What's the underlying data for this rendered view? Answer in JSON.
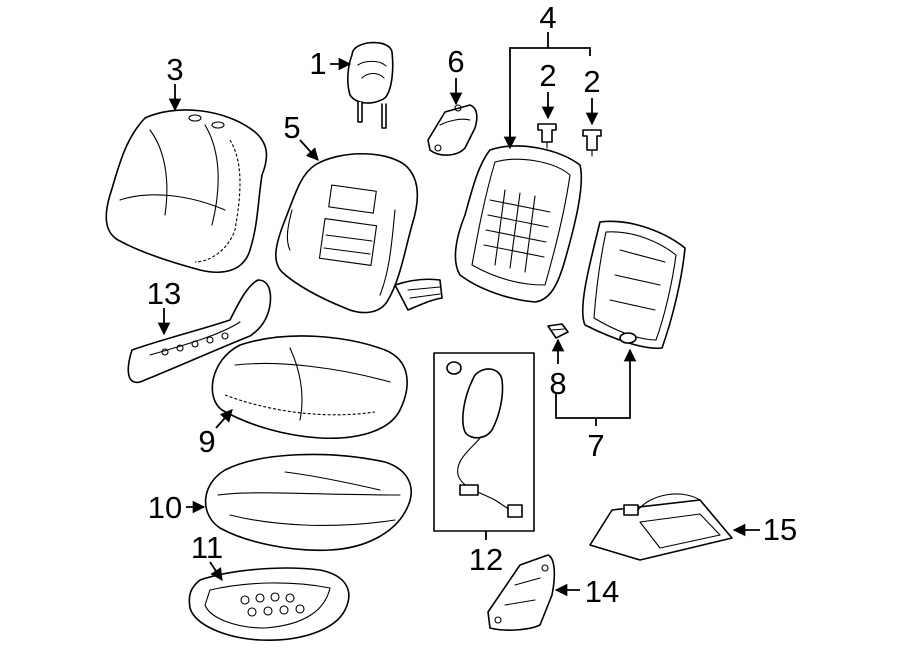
{
  "callouts": [
    {
      "id": "1",
      "text": "1"
    },
    {
      "id": "2a",
      "text": "2"
    },
    {
      "id": "2b",
      "text": "2"
    },
    {
      "id": "3",
      "text": "3"
    },
    {
      "id": "4",
      "text": "4"
    },
    {
      "id": "5",
      "text": "5"
    },
    {
      "id": "6",
      "text": "6"
    },
    {
      "id": "7",
      "text": "7"
    },
    {
      "id": "8",
      "text": "8"
    },
    {
      "id": "9",
      "text": "9"
    },
    {
      "id": "10",
      "text": "10"
    },
    {
      "id": "11",
      "text": "11"
    },
    {
      "id": "12",
      "text": "12"
    },
    {
      "id": "13",
      "text": "13"
    },
    {
      "id": "14",
      "text": "14"
    },
    {
      "id": "15",
      "text": "15"
    }
  ]
}
